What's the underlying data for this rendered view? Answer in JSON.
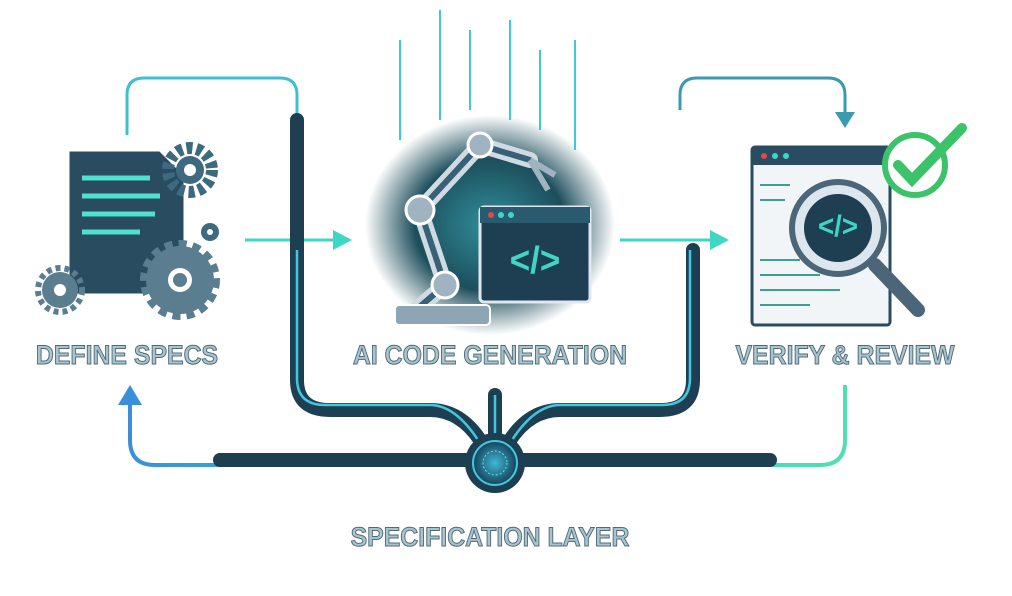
{
  "stages": [
    {
      "label": "DEFINE SPECS",
      "icon": "document-gears-icon"
    },
    {
      "label": "AI CODE GENERATION",
      "icon": "robot-arm-code-window-icon"
    },
    {
      "label": "VERIFY & REVIEW",
      "icon": "magnifier-code-check-icon"
    }
  ],
  "foundation": {
    "label": "SPECIFICATION LAYER",
    "icon": "circuit-hub-icon"
  },
  "code_glyph": "</>",
  "colors": {
    "teal": "#3fd6c6",
    "blue": "#3a8fd8",
    "dark": "#1e3f52",
    "green": "#3cc36a",
    "label": "#a9c4cf"
  }
}
